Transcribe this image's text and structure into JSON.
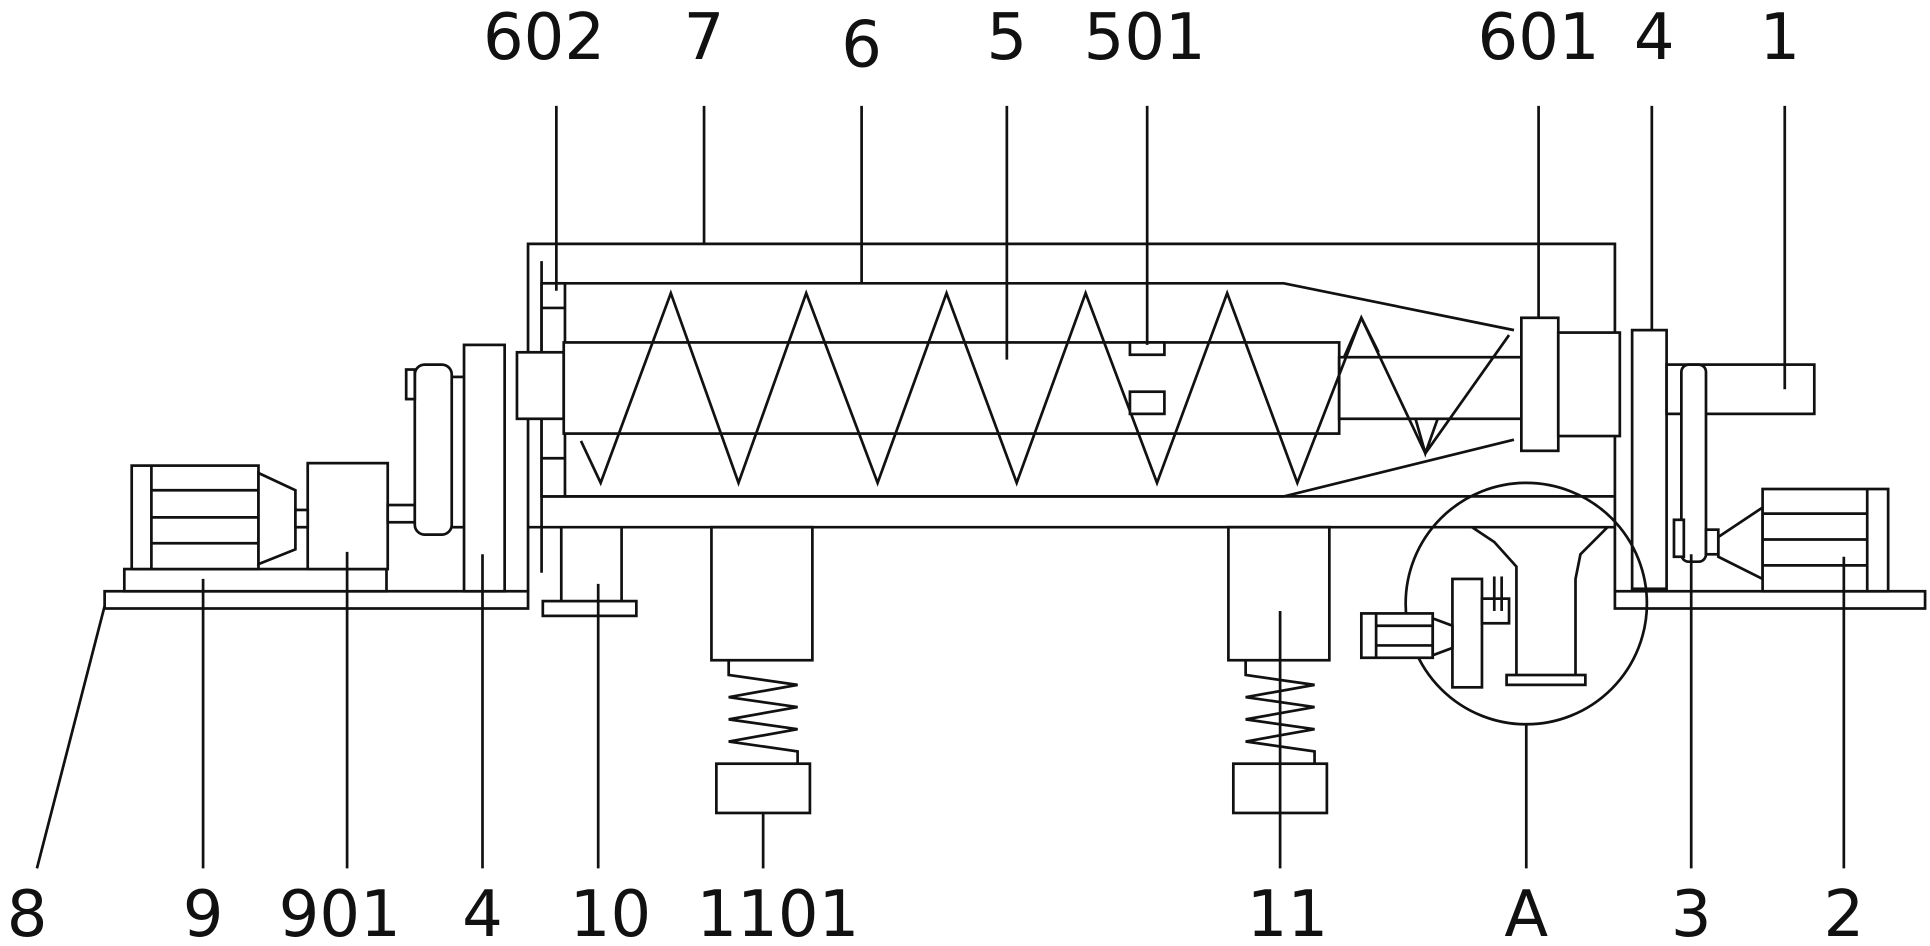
{
  "diagram": {
    "labels_top": [
      "602",
      "7",
      "6",
      "5",
      "501",
      "601",
      "4",
      "1"
    ],
    "labels_bottom": [
      "8",
      "9",
      "901",
      "4",
      "10",
      "1101",
      "11",
      "A",
      "3",
      "2"
    ]
  }
}
